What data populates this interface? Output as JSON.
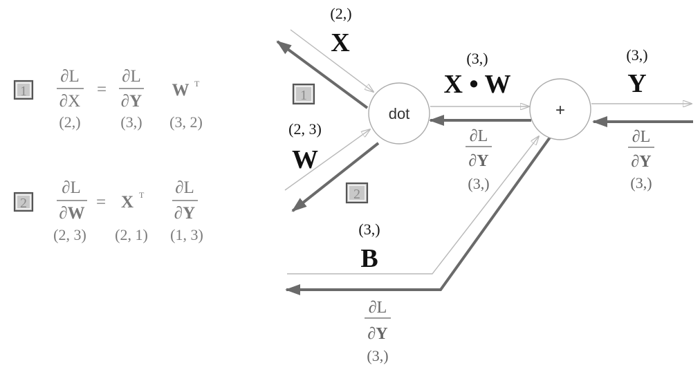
{
  "equations": {
    "eq1": {
      "badge": "1",
      "lhs_num": "∂L",
      "lhs_den": "∂X",
      "equals": "=",
      "rhs_num": "∂L",
      "rhs_den": "∂Y",
      "matrix": "W",
      "matrix_sup": "T",
      "lhs_shape": "(2,)",
      "rhs_shape": "(3,)",
      "matrix_shape": "(3, 2)"
    },
    "eq2": {
      "badge": "2",
      "lhs_num": "∂L",
      "lhs_den": "∂W",
      "equals": "=",
      "matrix": "X",
      "matrix_sup": "T",
      "rhs_num": "∂L",
      "rhs_den": "∂Y",
      "lhs_shape": "(2, 3)",
      "matrix_shape": "(2, 1)",
      "rhs_shape": "(1, 3)"
    }
  },
  "graph": {
    "x_input": {
      "label": "X",
      "shape": "(2,)"
    },
    "w_input": {
      "label": "W",
      "shape": "(2, 3)"
    },
    "dot_node": {
      "label": "dot"
    },
    "xw": {
      "label": "X • W",
      "shape": "(3,)"
    },
    "add_node": {
      "label": "+"
    },
    "y_output": {
      "label": "Y",
      "shape": "(3,)"
    },
    "b_input": {
      "label": "B",
      "shape": "(3,)"
    },
    "badge_x": "1",
    "badge_w": "2",
    "grad_into_add": {
      "num": "∂L",
      "den": "∂Y",
      "shape": "(3,)"
    },
    "grad_to_dot": {
      "num": "∂L",
      "den": "∂Y",
      "shape": "(3,)"
    },
    "grad_to_b": {
      "num": "∂L",
      "den": "∂Y",
      "shape": "(3,)"
    }
  }
}
